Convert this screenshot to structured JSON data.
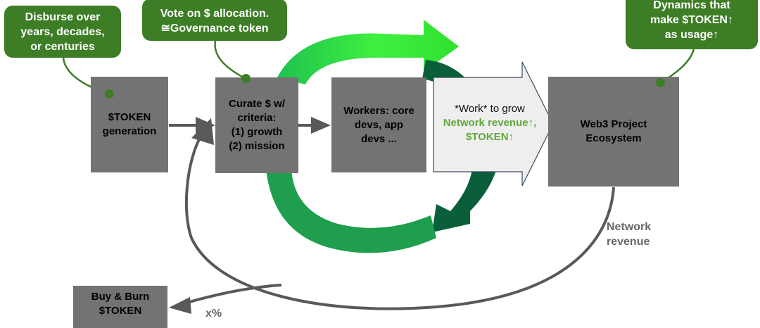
{
  "boxes": {
    "token_generation": "$TOKEN\ngeneration",
    "curate": "Curate $ w/\ncriteria:\n(1) growth\n(2) mission",
    "workers": "Workers: core\ndevs, app\ndevs ...",
    "web3": "Web3 Project\nEcosystem",
    "buy_burn": "Buy & Burn\n$TOKEN"
  },
  "work_arrow": {
    "line1": "*Work* to grow",
    "line2": "Network revenue↑,",
    "line3": "$TOKEN↑"
  },
  "callouts": {
    "disburse": "Disburse over\nyears, decades,\nor centuries",
    "vote": "Vote on $ allocation.\n≅Governance token",
    "dynamics": "Dynamics that\nmake $TOKEN↑\nas usage↑"
  },
  "labels": {
    "network_revenue": "Network\nrevenue",
    "x_percent": "x%"
  },
  "colors": {
    "box_gray": "#737373",
    "callout_green": "#3d7d26",
    "bright_green": "#33e633",
    "mid_green": "#1f9e4e",
    "dark_green": "#0b5e3a",
    "connector_gray": "#595959",
    "revenue_text": "#5fa83a"
  }
}
